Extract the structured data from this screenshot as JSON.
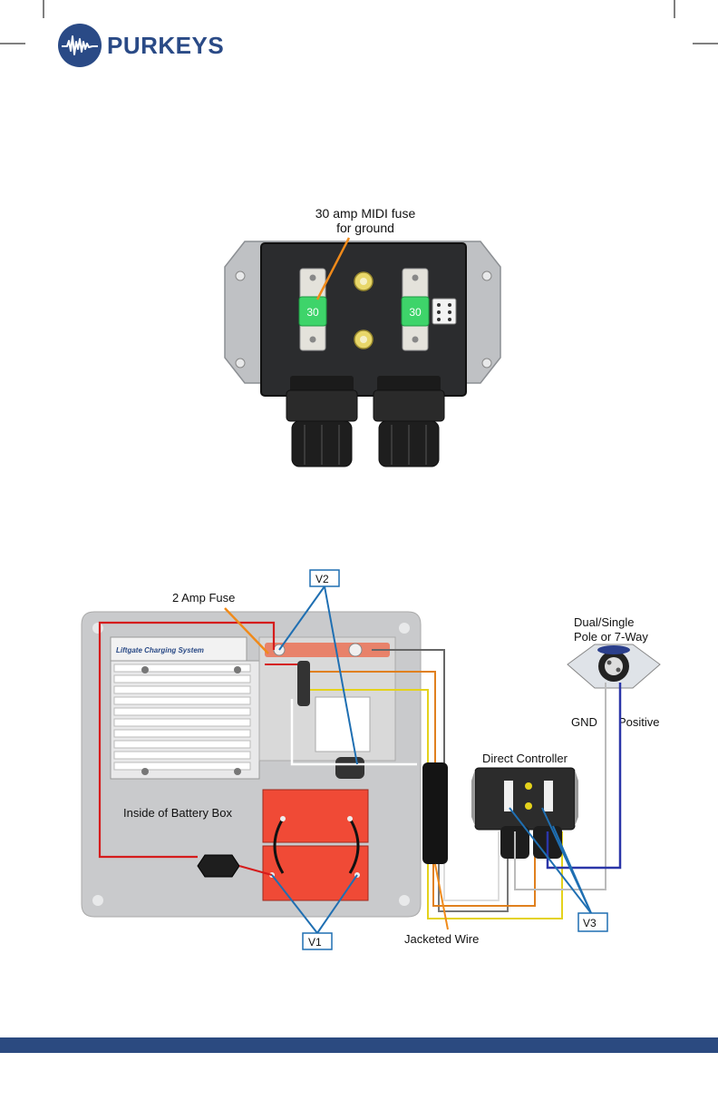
{
  "logo": {
    "text": "PURKEYS"
  },
  "fuse_box": {
    "callout": [
      "30 amp MIDI fuse",
      "for ground"
    ],
    "fuse_left": "30",
    "fuse_right": "30"
  },
  "wiring": {
    "label_2amp": "2 Amp Fuse",
    "label_v1": "V1",
    "label_v2": "V2",
    "label_v3": "V3",
    "label_battery_box": "Inside of Battery Box",
    "label_controller": "Direct Controller",
    "label_plug": [
      "Dual/Single",
      "Pole or 7-Way"
    ],
    "label_gnd": "GND",
    "label_positive": "Positive",
    "label_jacketed": "Jacketed Wire",
    "charger_title": "Liftgate Charging System"
  },
  "colors": {
    "brand_blue": "#2a4a86",
    "footer_blue": "#2b4a80",
    "callout_blue": "#1f6fb2",
    "callout_orange": "#f08a1a",
    "battery_red": "#f04a36",
    "fuse_green": "#3ed46a"
  }
}
